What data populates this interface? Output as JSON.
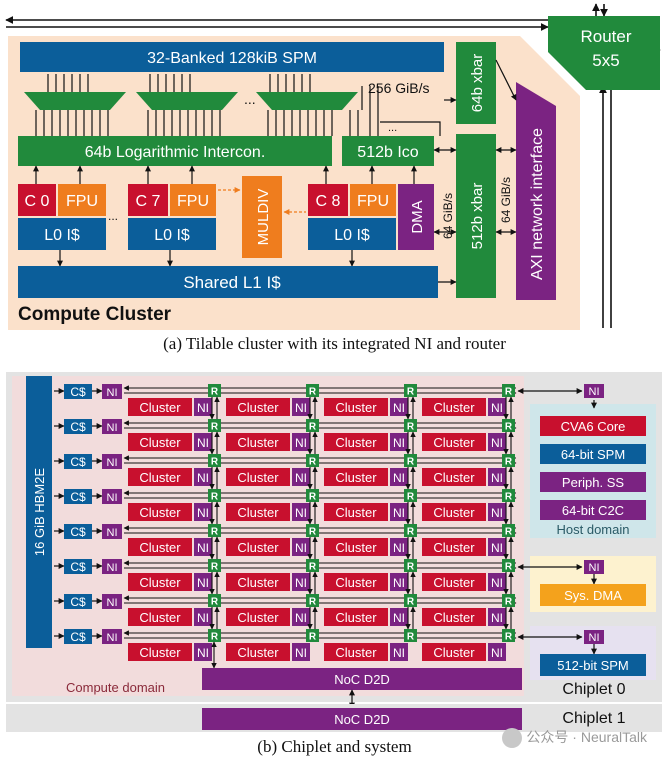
{
  "a": {
    "caption": "(a) Tilable cluster with its integrated NI and router",
    "title": "Compute Cluster",
    "spm": "32-Banked 128kiB SPM",
    "bw256": "256 GiB/s",
    "ico64": "64b Logarithmic Intercon.",
    "ico512": "512b Ico",
    "cores": [
      {
        "c": "C 0",
        "fpu": "FPU",
        "l0": "L0 I$"
      },
      {
        "c": "C 7",
        "fpu": "FPU",
        "l0": "L0 I$"
      },
      {
        "c": "C 8",
        "fpu": "FPU",
        "l0": "L0 I$"
      }
    ],
    "muldiv": "MULDIV",
    "dma": "DMA",
    "l1": "Shared L1 I$",
    "xbar64": "64b xbar",
    "xbar512": "512b xbar",
    "bw64a": "64 GiB/s",
    "bw64b": "64 GiB/s",
    "axi": "AXI network interface",
    "router1": "Router",
    "router2": "5x5",
    "dots": "..."
  },
  "b": {
    "caption": "(b) Chiplet and system",
    "hbm": "16 GiB HBM2E",
    "cache": "C$",
    "ni": "NI",
    "r": "R",
    "cluster": "Cluster",
    "compute_domain": "Compute domain",
    "host": {
      "items": [
        "CVA6 Core",
        "64-bit SPM",
        "Periph. SS",
        "64-bit C2C"
      ],
      "label": "Host domain"
    },
    "sysdma": "Sys. DMA",
    "spm512": "512-bit SPM",
    "noc": "NoC D2D",
    "chiplet0": "Chiplet 0",
    "chiplet1": "Chiplet 1"
  },
  "colors": {
    "blue": "#0b5e9a",
    "green": "#218a3c",
    "red": "#c8102e",
    "orange": "#ef7d1e",
    "purple": "#7b2382",
    "peach": "#fbe1cb",
    "pink": "#f2dcdc",
    "teal_bg": "#cfe6ea",
    "yellow_bg": "#fdf2cf",
    "lavender_bg": "#e6e1f0",
    "gray": "#e3e3e3"
  },
  "watermark": "公众号 · NeuralTalk"
}
